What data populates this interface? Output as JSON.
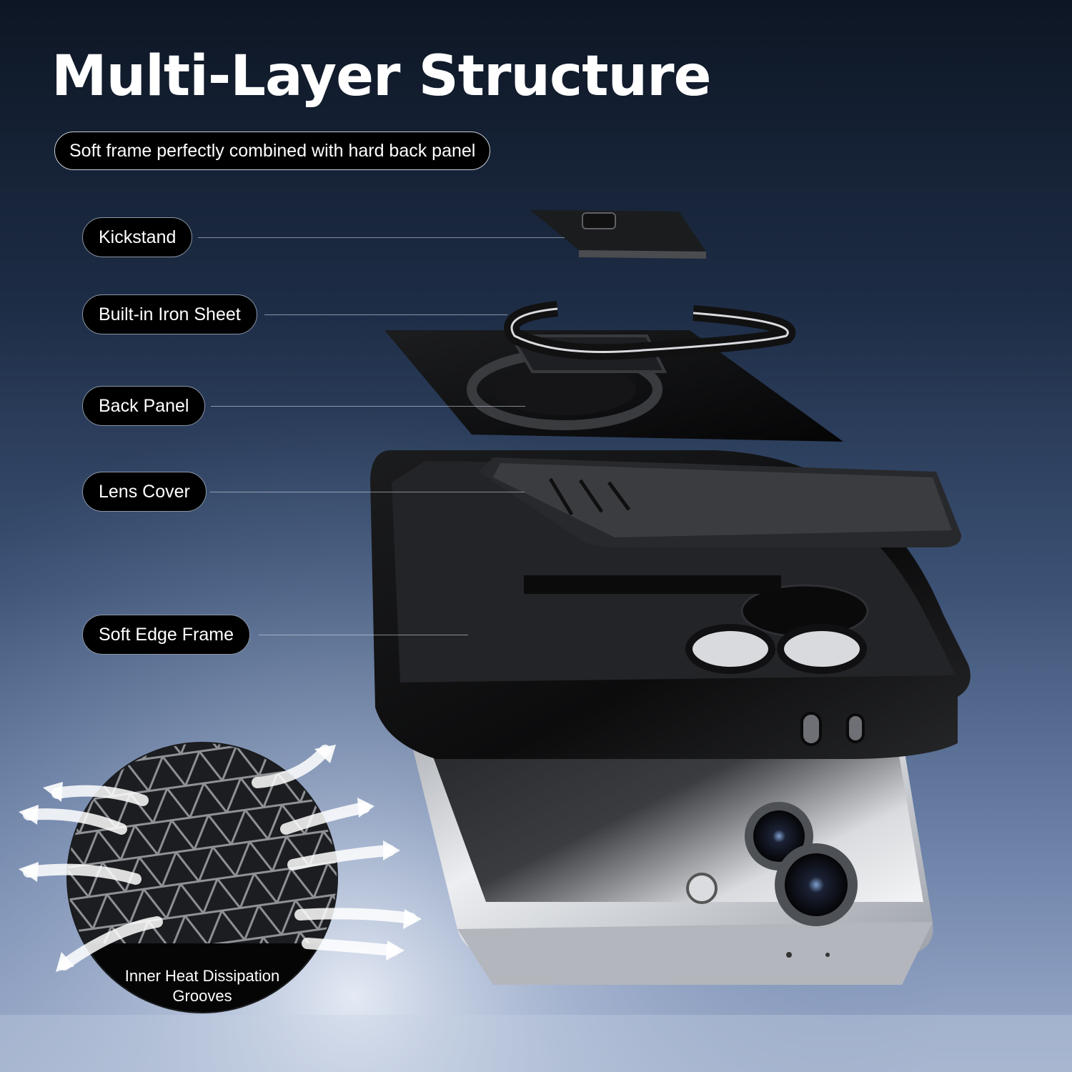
{
  "title": "Multi-Layer Structure",
  "subtitle": "Soft frame perfectly combined with hard back panel",
  "labels": {
    "kickstand": "Kickstand",
    "iron_sheet": "Built-in Iron Sheet",
    "back_panel": "Back Panel",
    "lens_cover": "Lens Cover",
    "soft_edge_frame": "Soft Edge Frame"
  },
  "heat_caption": {
    "line1": "Inner Heat Dissipation",
    "line2": "Grooves"
  },
  "colors": {
    "label_bg": "#000000",
    "text": "#ffffff",
    "case_black": "#0b0b0c",
    "phone_silver": "#c9ccd1"
  }
}
